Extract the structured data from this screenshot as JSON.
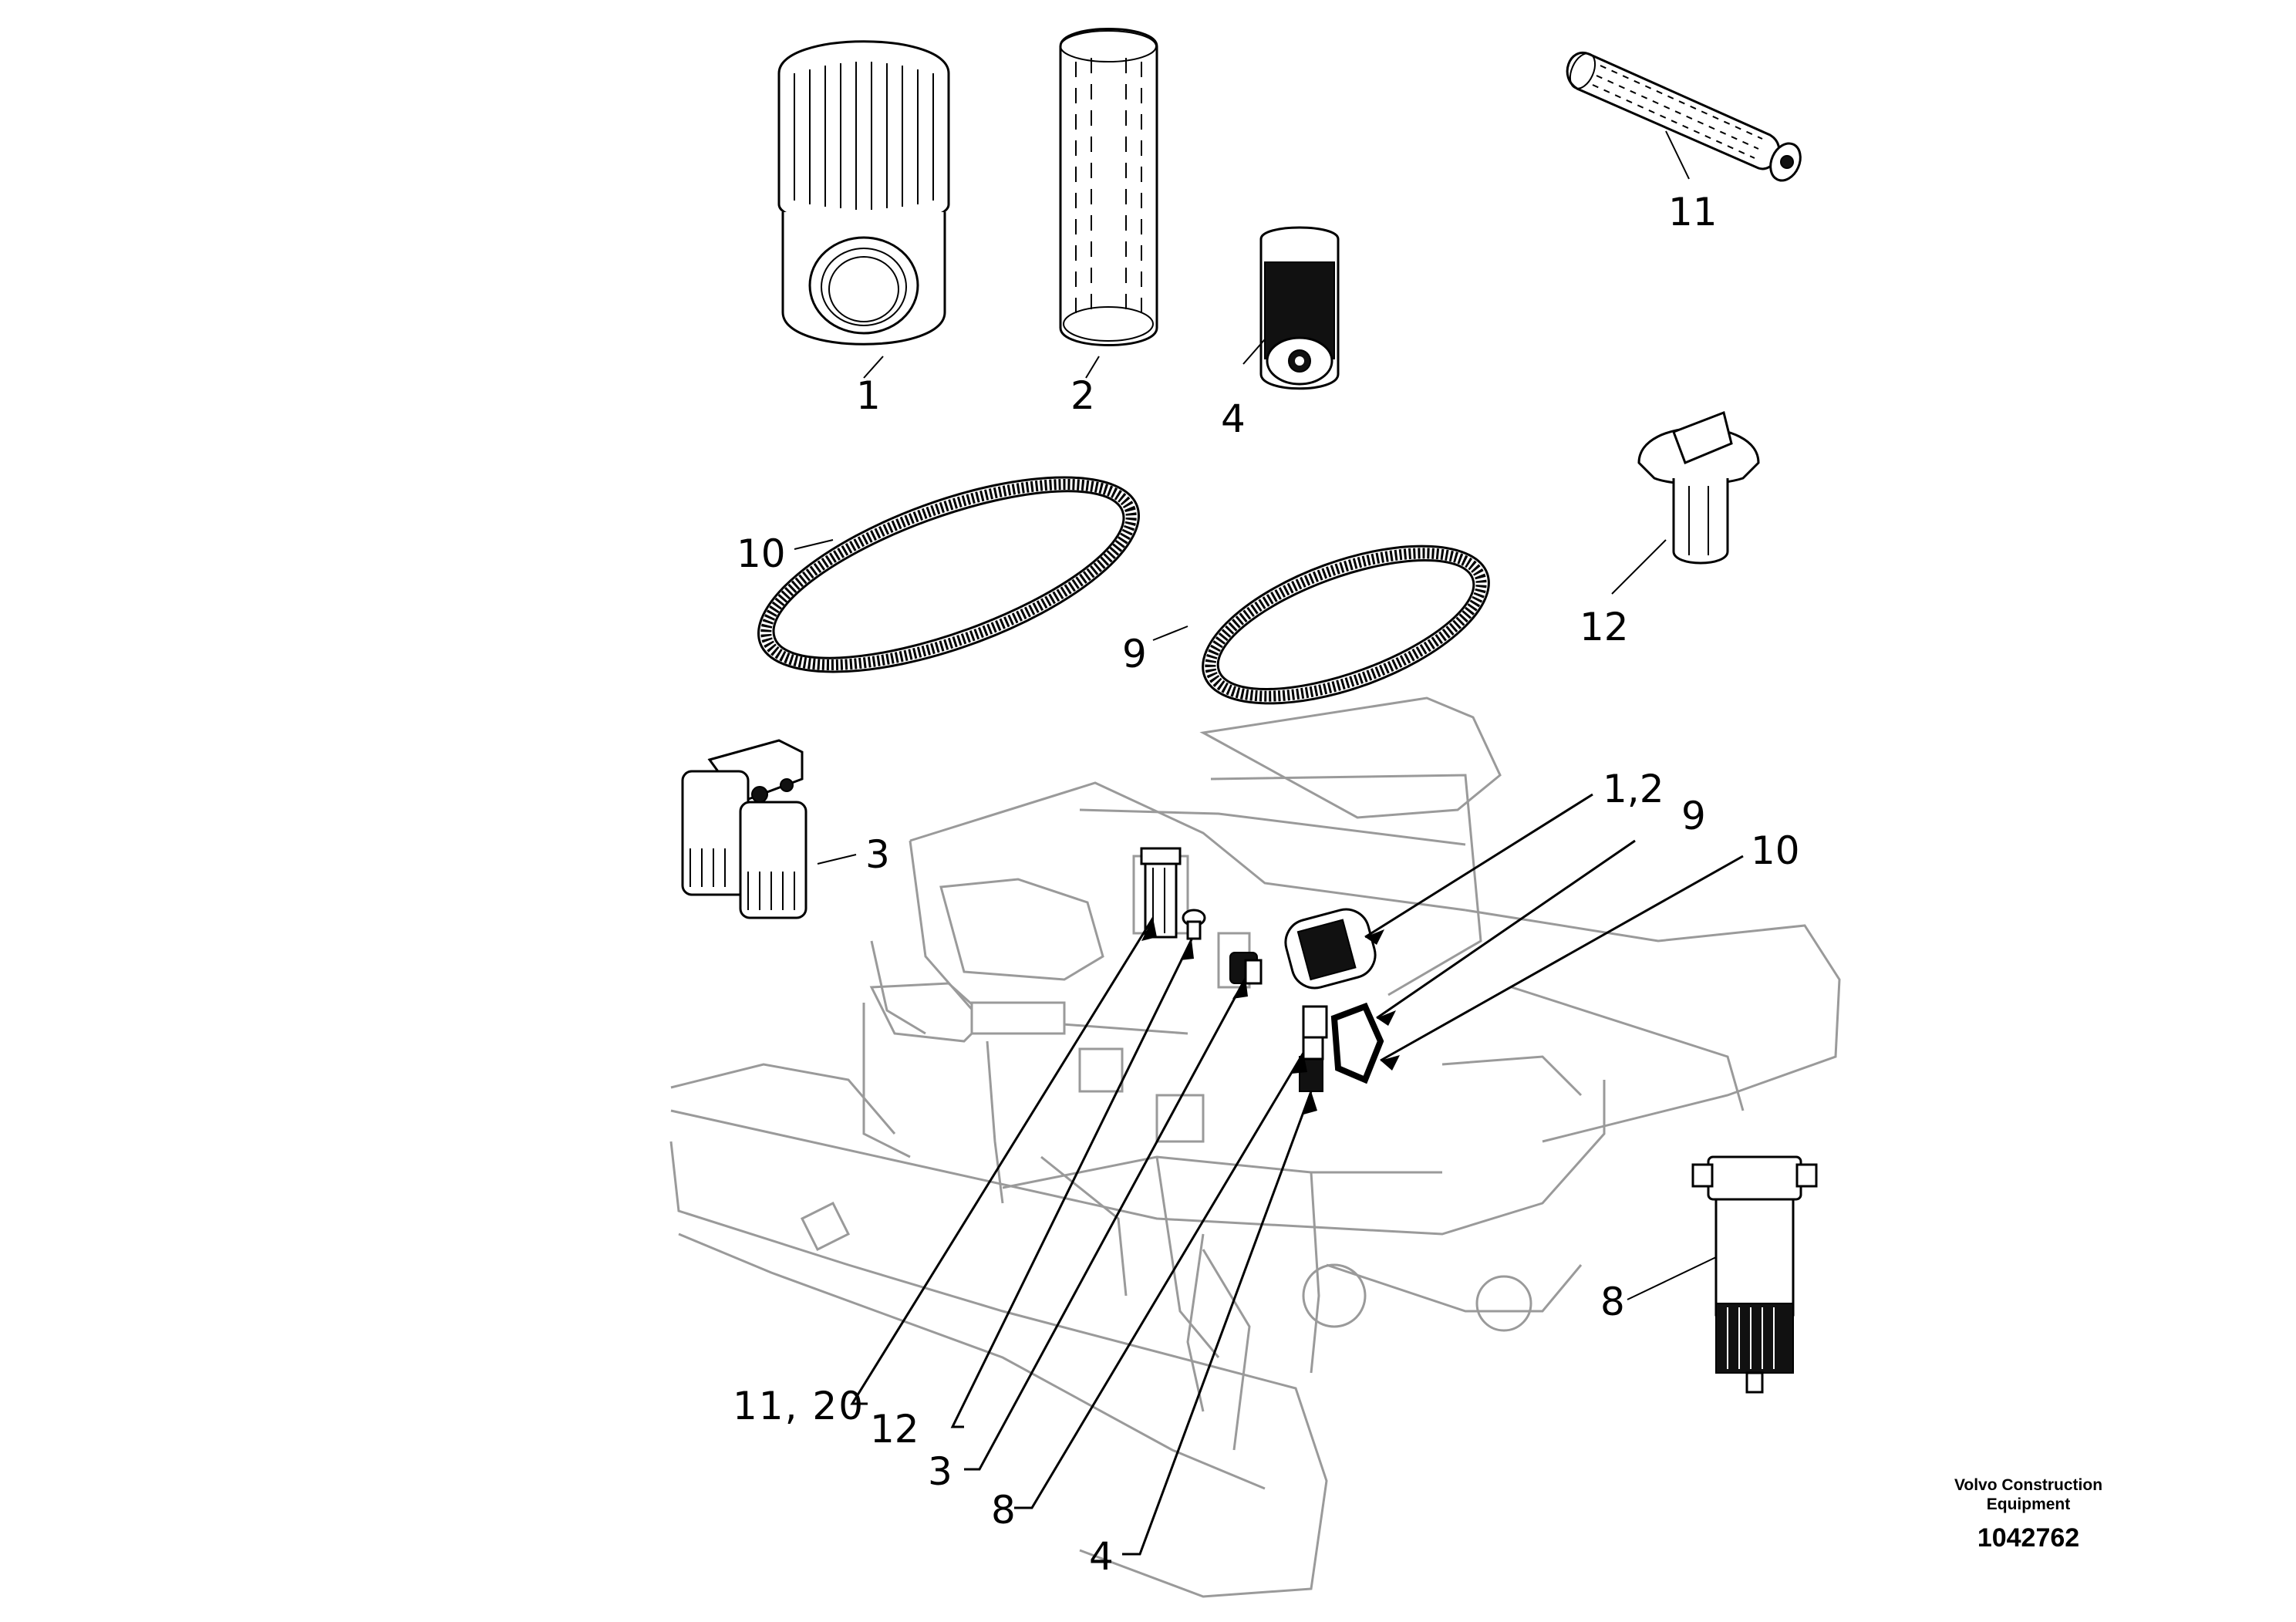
{
  "callouts": {
    "c1": "1",
    "c2": "2",
    "c4_top": "4",
    "c11_top": "11",
    "c10_top": "10",
    "c9_top": "9",
    "c12_top": "12",
    "c3_top": "3",
    "c8_right": "8",
    "c12_label": "1,2",
    "c9_machine": "9",
    "c10_machine": "10",
    "c11_20": "11, 20",
    "c12_machine": "12",
    "c3_machine": "3",
    "c8_machine": "8",
    "c4_machine": "4"
  },
  "footer": {
    "brand_line1": "Volvo Construction",
    "brand_line2": "Equipment",
    "doc_number": "1042762"
  }
}
